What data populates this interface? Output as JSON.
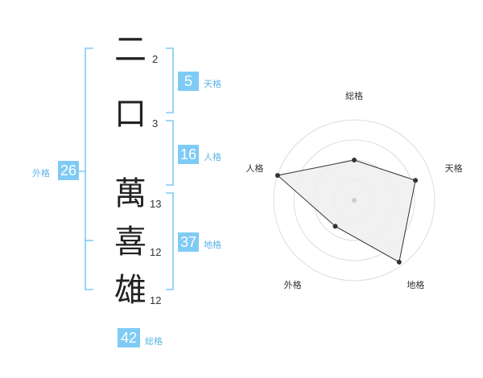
{
  "name": {
    "characters": [
      {
        "char": "二",
        "strokes": "2"
      },
      {
        "char": "口",
        "strokes": "3"
      },
      {
        "char": "萬",
        "strokes": "13"
      },
      {
        "char": "喜",
        "strokes": "12"
      },
      {
        "char": "雄",
        "strokes": "12"
      }
    ]
  },
  "kaku": {
    "tenkaku": {
      "value": "5",
      "label": "天格"
    },
    "jinkaku": {
      "value": "16",
      "label": "人格"
    },
    "chikaku": {
      "value": "37",
      "label": "地格"
    },
    "gaikaku": {
      "value": "26",
      "label": "外格"
    },
    "soukaku": {
      "value": "42",
      "label": "総格"
    }
  },
  "colors": {
    "accent": "#7fcbf5",
    "accent_text": "#5ab6e6",
    "bracket": "#7fcbf5",
    "radar_fill": "#eeeeee",
    "radar_stroke": "#333333"
  },
  "chart_data": {
    "type": "radar",
    "axes": [
      "総格",
      "天格",
      "地格",
      "外格",
      "人格"
    ],
    "values": [
      0.5,
      0.8,
      0.95,
      0.4,
      1.0
    ],
    "max": 1.0,
    "rings": 4
  }
}
